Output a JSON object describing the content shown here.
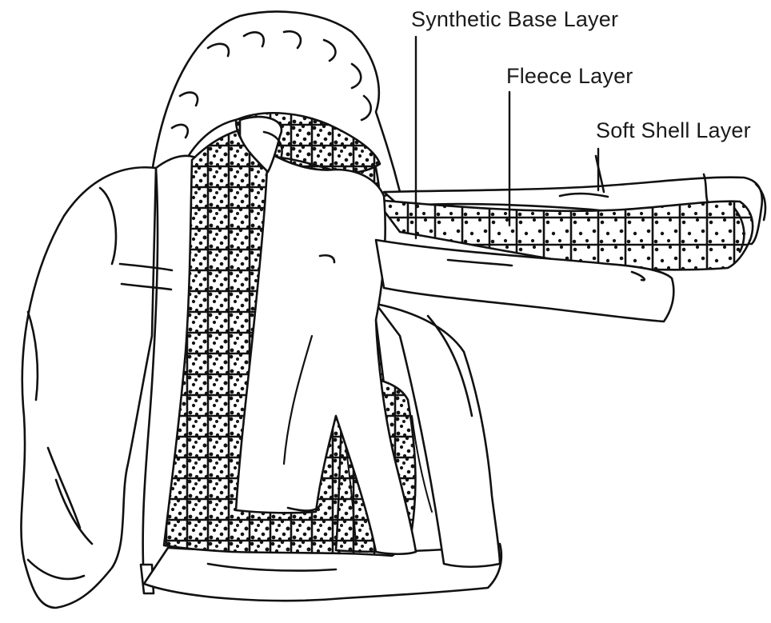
{
  "diagram": {
    "labels": {
      "synthetic_base_layer": "Synthetic Base Layer",
      "fleece_layer": "Fleece Layer",
      "soft_shell_layer": "Soft Shell Layer"
    },
    "colors": {
      "line": "#111111",
      "fill": "#ffffff",
      "stipple": "#222222"
    }
  }
}
